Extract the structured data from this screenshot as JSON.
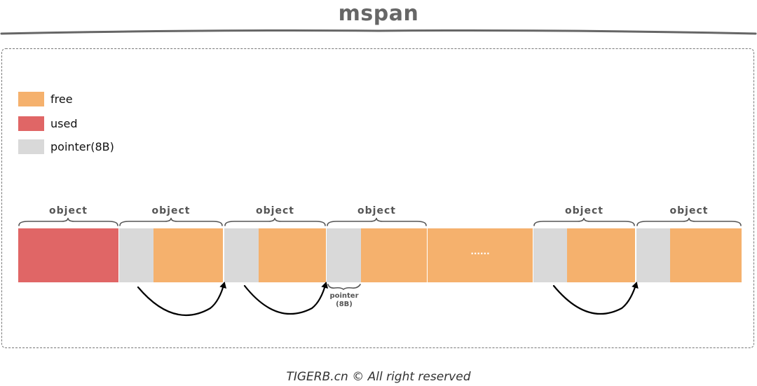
{
  "title": "mspan",
  "legend": [
    {
      "label": "free",
      "color": "#F5B16D"
    },
    {
      "label": "used",
      "color": "#E06666"
    },
    {
      "label": "pointer(8B)",
      "color": "#D9D9D9"
    }
  ],
  "object_label": "object",
  "ellipsis": "......",
  "pointer_label": {
    "line1": "pointer",
    "line2": "(8B)"
  },
  "footer": "TIGERB.cn © All right reserved",
  "colors": {
    "free": "#F5B16D",
    "used": "#E06666",
    "pointer": "#D9D9D9",
    "title": "#666666",
    "frame": "#777777"
  }
}
